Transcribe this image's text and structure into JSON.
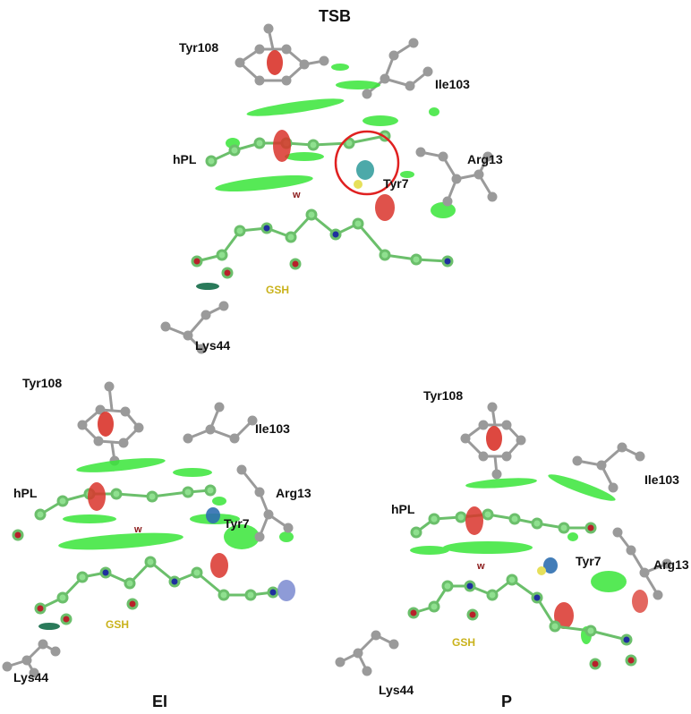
{
  "panels": [
    {
      "key": "tsb",
      "title": "TSB",
      "labels": {
        "tyr108": "Tyr108",
        "ile103": "Ile103",
        "hpl": "hPL",
        "arg13": "Arg13",
        "tyr7": "Tyr7",
        "w": "w",
        "gsh": "GSH",
        "lys44": "Lys44"
      }
    },
    {
      "key": "ei",
      "title": "EI",
      "labels": {
        "tyr108": "Tyr108",
        "ile103": "Ile103",
        "hpl": "hPL",
        "arg13": "Arg13",
        "tyr7": "Tyr7",
        "w": "w",
        "gsh": "GSH",
        "lys44": "Lys44"
      }
    },
    {
      "key": "p",
      "title": "P",
      "labels": {
        "tyr108": "Tyr108",
        "ile103": "Ile103",
        "hpl": "hPL",
        "arg13": "Arg13",
        "tyr7": "Tyr7",
        "w": "w",
        "gsh": "GSH",
        "lys44": "Lys44"
      }
    }
  ],
  "colors": {
    "nci_surface": "#39e639",
    "repulsive_surface": "#d9342b",
    "carbon_atom": "#8fe08f",
    "oxygen_atom": "#b8202a",
    "nitrogen_atom": "#1f2f9e",
    "hydrogen_atom": "#f2f2f2",
    "sulfur_atom": "#e6e05a",
    "residue_stick": "#9a9a9a",
    "highlight_circle": "#e02020"
  }
}
